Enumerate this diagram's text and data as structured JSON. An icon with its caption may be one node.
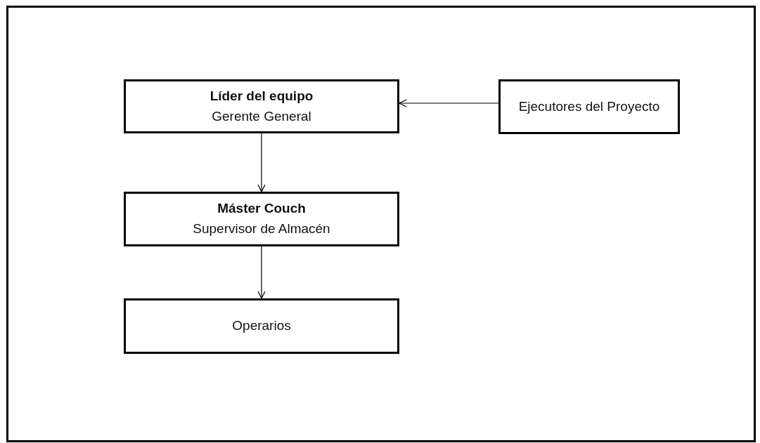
{
  "diagram": {
    "nodes": [
      {
        "text": [
          "Líder del equipo",
          "Gerente General"
        ]
      },
      {
        "text": [
          "Ejecutores del Proyecto"
        ]
      },
      {
        "text": [
          "Máster Couch",
          "Supervisor de Almacén"
        ]
      },
      {
        "text": [
          "Operarios"
        ]
      }
    ],
    "edges": [
      {
        "from": 1,
        "to": 0,
        "arrow": "to"
      },
      {
        "from": 0,
        "to": 2,
        "arrow": "to"
      },
      {
        "from": 2,
        "to": 3,
        "arrow": "to"
      }
    ]
  }
}
